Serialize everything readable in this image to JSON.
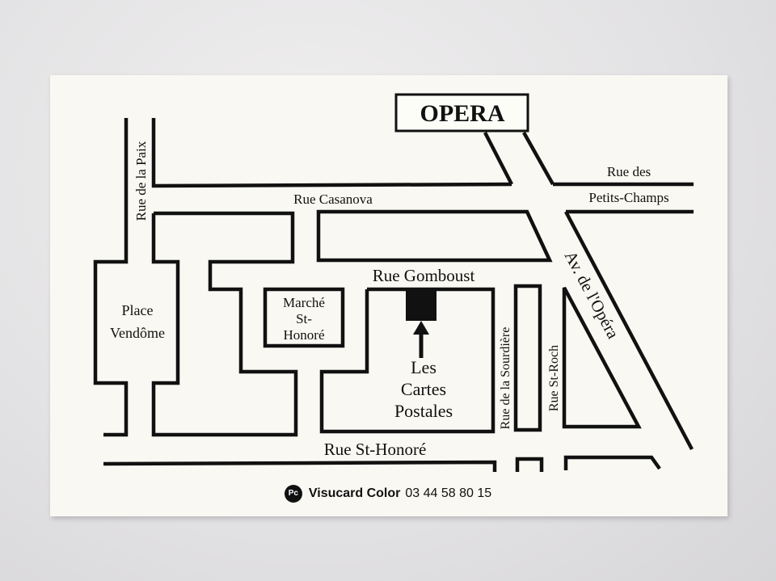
{
  "landmarks": {
    "opera": "OPERA",
    "shop_lines": [
      "Les",
      "Cartes",
      "Postales"
    ],
    "marche_lines": [
      "Marché",
      "St-",
      "Honoré"
    ],
    "place_lines": [
      "Place",
      "Vendôme"
    ]
  },
  "streets": {
    "rue_de_la_paix": "Rue de la Paix",
    "rue_casanova": "Rue Casanova",
    "rue_des_petits_champs_lines": [
      "Rue des",
      "Petits-Champs"
    ],
    "av_de_l_opera": "Av. de l'Opéra",
    "rue_gomboust": "Rue Gomboust",
    "rue_de_la_sourdiere": "Rue de la Sourdière",
    "rue_st_roch": "Rue St-Roch",
    "rue_st_honore": "Rue St-Honoré"
  },
  "footer": {
    "logo_text": "Pc",
    "brand": "Visucard Color",
    "phone": "03 44 58 80 15"
  },
  "colors": {
    "ink": "#111111",
    "card": "#f9f8f2",
    "background": "#e2e1e3"
  }
}
